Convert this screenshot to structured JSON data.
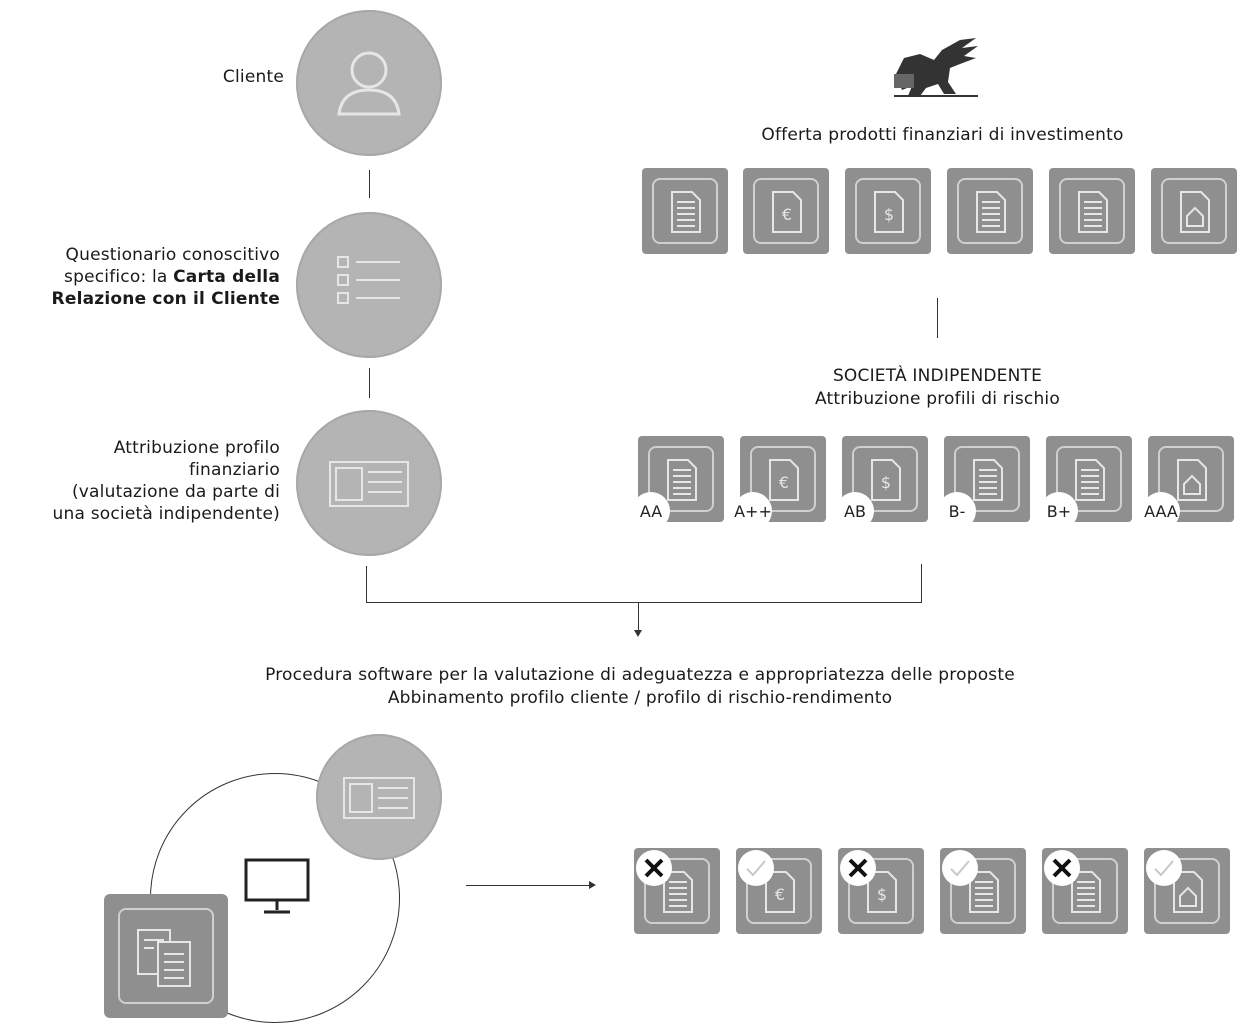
{
  "left_flow": {
    "step1_label": "Cliente",
    "step2_line1": "Questionario conoscitivo",
    "step2_line2_plain": "specifico: la ",
    "step2_line2_bold": "Carta della",
    "step2_line3_bold": "Relazione con il Cliente",
    "step3_line1": "Attribuzione profilo",
    "step3_line2": "finanziario",
    "step3_line3": "(valutazione da parte di",
    "step3_line4": "una società indipendente)"
  },
  "right_flow": {
    "offer_title": "Offerta prodotti finanziari di investimento",
    "independent_title": "SOCIETÀ INDIPENDENTE",
    "independent_subtitle": "Attribuzione profili di rischio",
    "product_icons": [
      "document-icon",
      "euro-document-icon",
      "dollar-document-icon",
      "document-icon",
      "document-icon",
      "house-document-icon"
    ],
    "risk_ratings": [
      "AA",
      "A++",
      "AB",
      "B-",
      "B+",
      "AAA"
    ]
  },
  "procedure": {
    "line1": "Procedura software per la valutazione di adeguatezza e appropriatezza delle proposte",
    "line2": "Abbinamento profilo cliente / profilo di rischio-rendimento"
  },
  "results": {
    "outcomes": [
      "rejected",
      "approved",
      "rejected",
      "approved",
      "rejected",
      "approved"
    ],
    "reject_icon": "cross-icon",
    "approve_icon": "check-icon"
  },
  "colors": {
    "circle_gray": "#b4b4b4",
    "tile_gray": "#8f8f8f",
    "line": "#333333"
  }
}
